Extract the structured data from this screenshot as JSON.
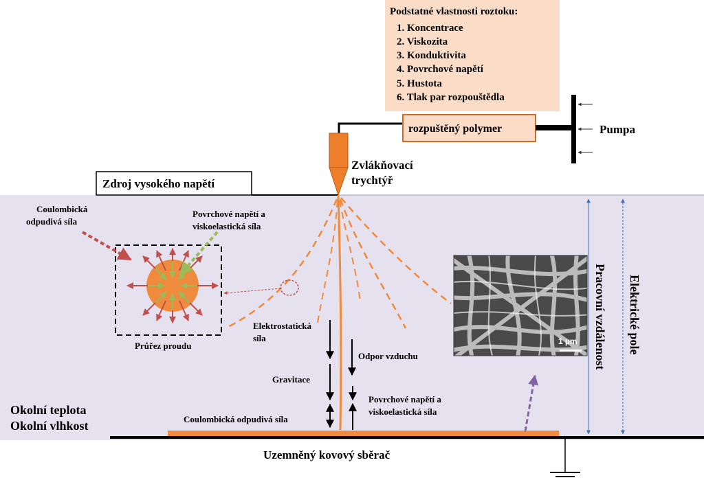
{
  "properties_box": {
    "title": "Podstatné vlastnosti roztoku:",
    "items": [
      "1. Koncentrace",
      "2. Viskozita",
      "3. Konduktivita",
      "4. Povrchové napětí",
      "5. Hustota",
      "6. Tlak par rozpouštědla"
    ]
  },
  "polymer_label": "rozpuštěný polymer",
  "pump_label": "Pumpa",
  "spinneret_label": [
    "Zvlákňovací",
    "trychtýř"
  ],
  "hv_source_label": "Zdroj vysokého napětí",
  "coulomb_label": [
    "Coulombická",
    "odpudivá síla"
  ],
  "surface_visco_label": [
    "Povrchové napětí a",
    "viskoelastická síla"
  ],
  "cross_section_label": "Průřez proudu",
  "electrostatic_label": [
    "Elektrostatická",
    "síla"
  ],
  "air_resistance_label": "Odpor vzduchu",
  "gravity_label": "Gravitace",
  "surface_visco_label_2": [
    "Povrchové napětí a",
    "viskoelastická síla"
  ],
  "coulomb_full_label": "Coulombická odpudivá síla",
  "ambient_labels": [
    "Okolní teplota",
    "Okolní vlhkost"
  ],
  "collector_label": "Uzemněný kovový sběrač",
  "electric_field_label": "Elektrické pole",
  "working_distance_label": "Pracovní vzdálenost",
  "scale_bar_label": "1 µm",
  "colors": {
    "field_region": "#e6e1ee",
    "box_fill": "#fbdcc6",
    "jet_orange": "#f08a3c",
    "spinneret": "#ee7f2a",
    "coulomb_arrow": "#c0504d",
    "surface_arrow": "#9bbb59",
    "sem_arrow": "#8064a2",
    "field_line": "#3f6fb5"
  }
}
